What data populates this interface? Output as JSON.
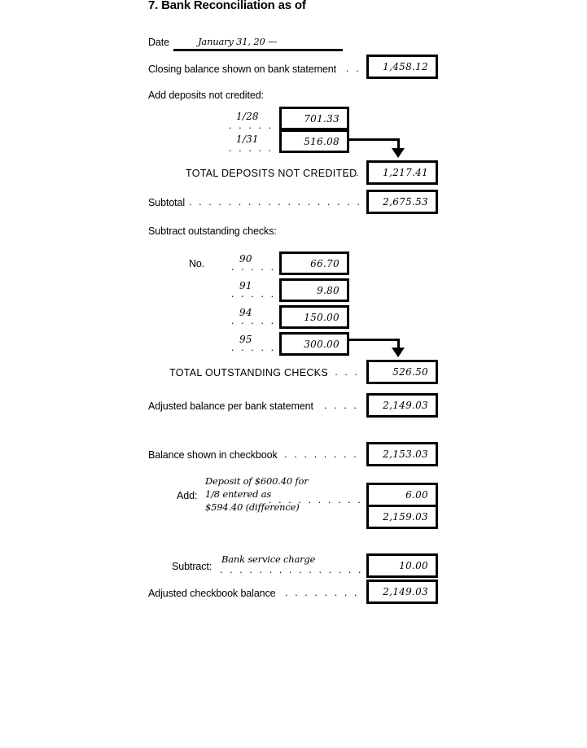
{
  "form": {
    "title": "7. Bank Reconciliation as of",
    "date_label": "Date",
    "date_value": "January 31, 20 —"
  },
  "bank_side": {
    "closing_balance_label": "Closing balance shown on bank statement",
    "closing_balance_value": "1,458.12",
    "deposits_heading": "Add deposits not credited:",
    "deposits": [
      {
        "date": "1/28",
        "amount": "701.33"
      },
      {
        "date": "1/31",
        "amount": "516.08"
      }
    ],
    "total_deposits_label": "TOTAL DEPOSITS NOT CREDITED",
    "total_deposits_value": "1,217.41",
    "subtotal_label": "Subtotal",
    "subtotal_value": "2,675.53",
    "checks_heading": "Subtract outstanding checks:",
    "check_no_label": "No.",
    "checks": [
      {
        "number": "90",
        "amount": "66.70"
      },
      {
        "number": "91",
        "amount": "9.80"
      },
      {
        "number": "94",
        "amount": "150.00"
      },
      {
        "number": "95",
        "amount": "300.00"
      }
    ],
    "total_checks_label": "TOTAL OUTSTANDING CHECKS",
    "total_checks_value": "526.50",
    "adjusted_bank_label": "Adjusted balance per bank statement",
    "adjusted_bank_value": "2,149.03"
  },
  "checkbook_side": {
    "checkbook_balance_label": "Balance shown in checkbook",
    "checkbook_balance_value": "2,153.03",
    "add_label": "Add:",
    "add_note_line1": "Deposit of $600.40 for",
    "add_note_line2": "1/8 entered as",
    "add_note_line3": "$594.40 (difference)",
    "add_value": "6.00",
    "add_running_total": "2,159.03",
    "subtract_label": "Subtract:",
    "subtract_note": "Bank service charge",
    "subtract_value": "10.00",
    "adjusted_checkbook_label": "Adjusted checkbook balance",
    "adjusted_checkbook_value": "2,149.03"
  },
  "leaders": {
    "five": ". . . . .",
    "six": ". . . . . .",
    "dotline_subtotal": ". . . . . . . . . . . . . . . . . .",
    "dotline_checkbook": ". . . . . . . . .",
    "dotline_add": ". . . . . . . . . . .",
    "dotline_subtract": ". . . . . . . . . . . . . . . . .",
    "dotline_adjusted": ". . . . . . . . .",
    "two": ". .",
    "four": ". . . ."
  },
  "colors": {
    "ink": "#000000",
    "paper": "#ffffff"
  }
}
